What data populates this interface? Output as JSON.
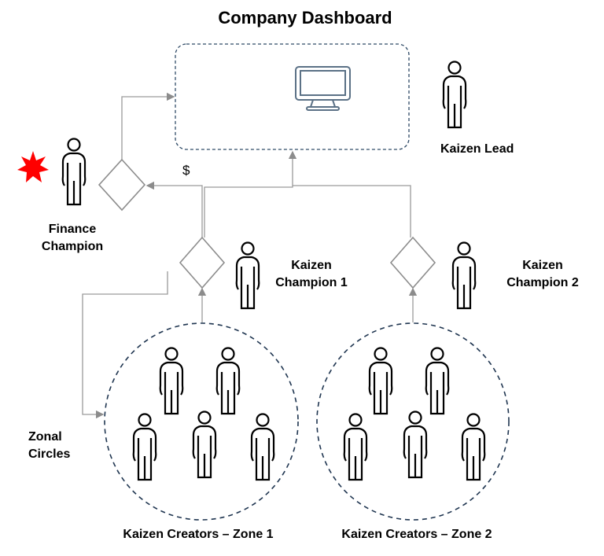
{
  "title": "Company Dashboard",
  "labels": {
    "kaizen_lead": "Kaizen Lead",
    "finance_champion": [
      "Finance",
      "Champion"
    ],
    "kaizen_champion_1": [
      "Kaizen",
      "Champion 1"
    ],
    "kaizen_champion_2": [
      "Kaizen",
      "Champion 2"
    ],
    "zonal_circles": [
      "Zonal",
      "Circles"
    ],
    "zone1": "Kaizen Creators – Zone 1",
    "zone2": "Kaizen Creators – Zone 2",
    "money": "$"
  },
  "colors": {
    "connector": "#8c8c8c",
    "dashed_border": "#2f4a66",
    "monitor": "#5b7186",
    "star": "#ff0000"
  }
}
